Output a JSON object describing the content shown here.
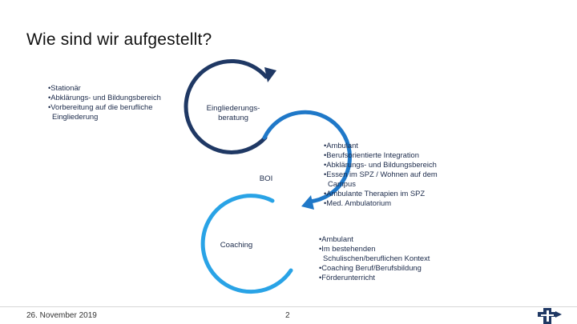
{
  "slide": {
    "title": "Wie sind wir aufgestellt?",
    "stationaer": [
      {
        "text": "Stationär"
      },
      {
        "text": "Abklärungs- und Bildungsbereich"
      },
      {
        "text": "Vorbereitung auf die berufliche",
        "cont": "Eingliederung"
      }
    ],
    "cycle": {
      "eingliederung_label": "Eingliederungs- beratung",
      "boi_label": "BOI",
      "coaching_label": "Coaching"
    },
    "boi_items": [
      {
        "text": "Ambulant"
      },
      {
        "text": "Berufsorientierte Integration"
      },
      {
        "text": "Abklärungs- und Bildungsbereich"
      },
      {
        "text": "Essen im SPZ / Wohnen auf dem",
        "cont": "Campus"
      },
      {
        "text": "Ambulante Therapien im SPZ"
      },
      {
        "text": "Med. Ambulatorium"
      }
    ],
    "coaching_items": [
      {
        "text": "Ambulant"
      },
      {
        "text": "Im bestehenden",
        "cont": "Schulischen/beruflichen Kontext"
      },
      {
        "text": "Coaching Beruf/Berufsbildung"
      },
      {
        "text": "Förderunterricht"
      }
    ],
    "colors": {
      "dark_navy": "#1f3864",
      "mid_blue": "#1f78c8",
      "light_blue": "#29a3e6"
    }
  },
  "footer": {
    "date": "26. November 2019",
    "page_number": "2",
    "logo_icon": "spz-logo-icon"
  }
}
